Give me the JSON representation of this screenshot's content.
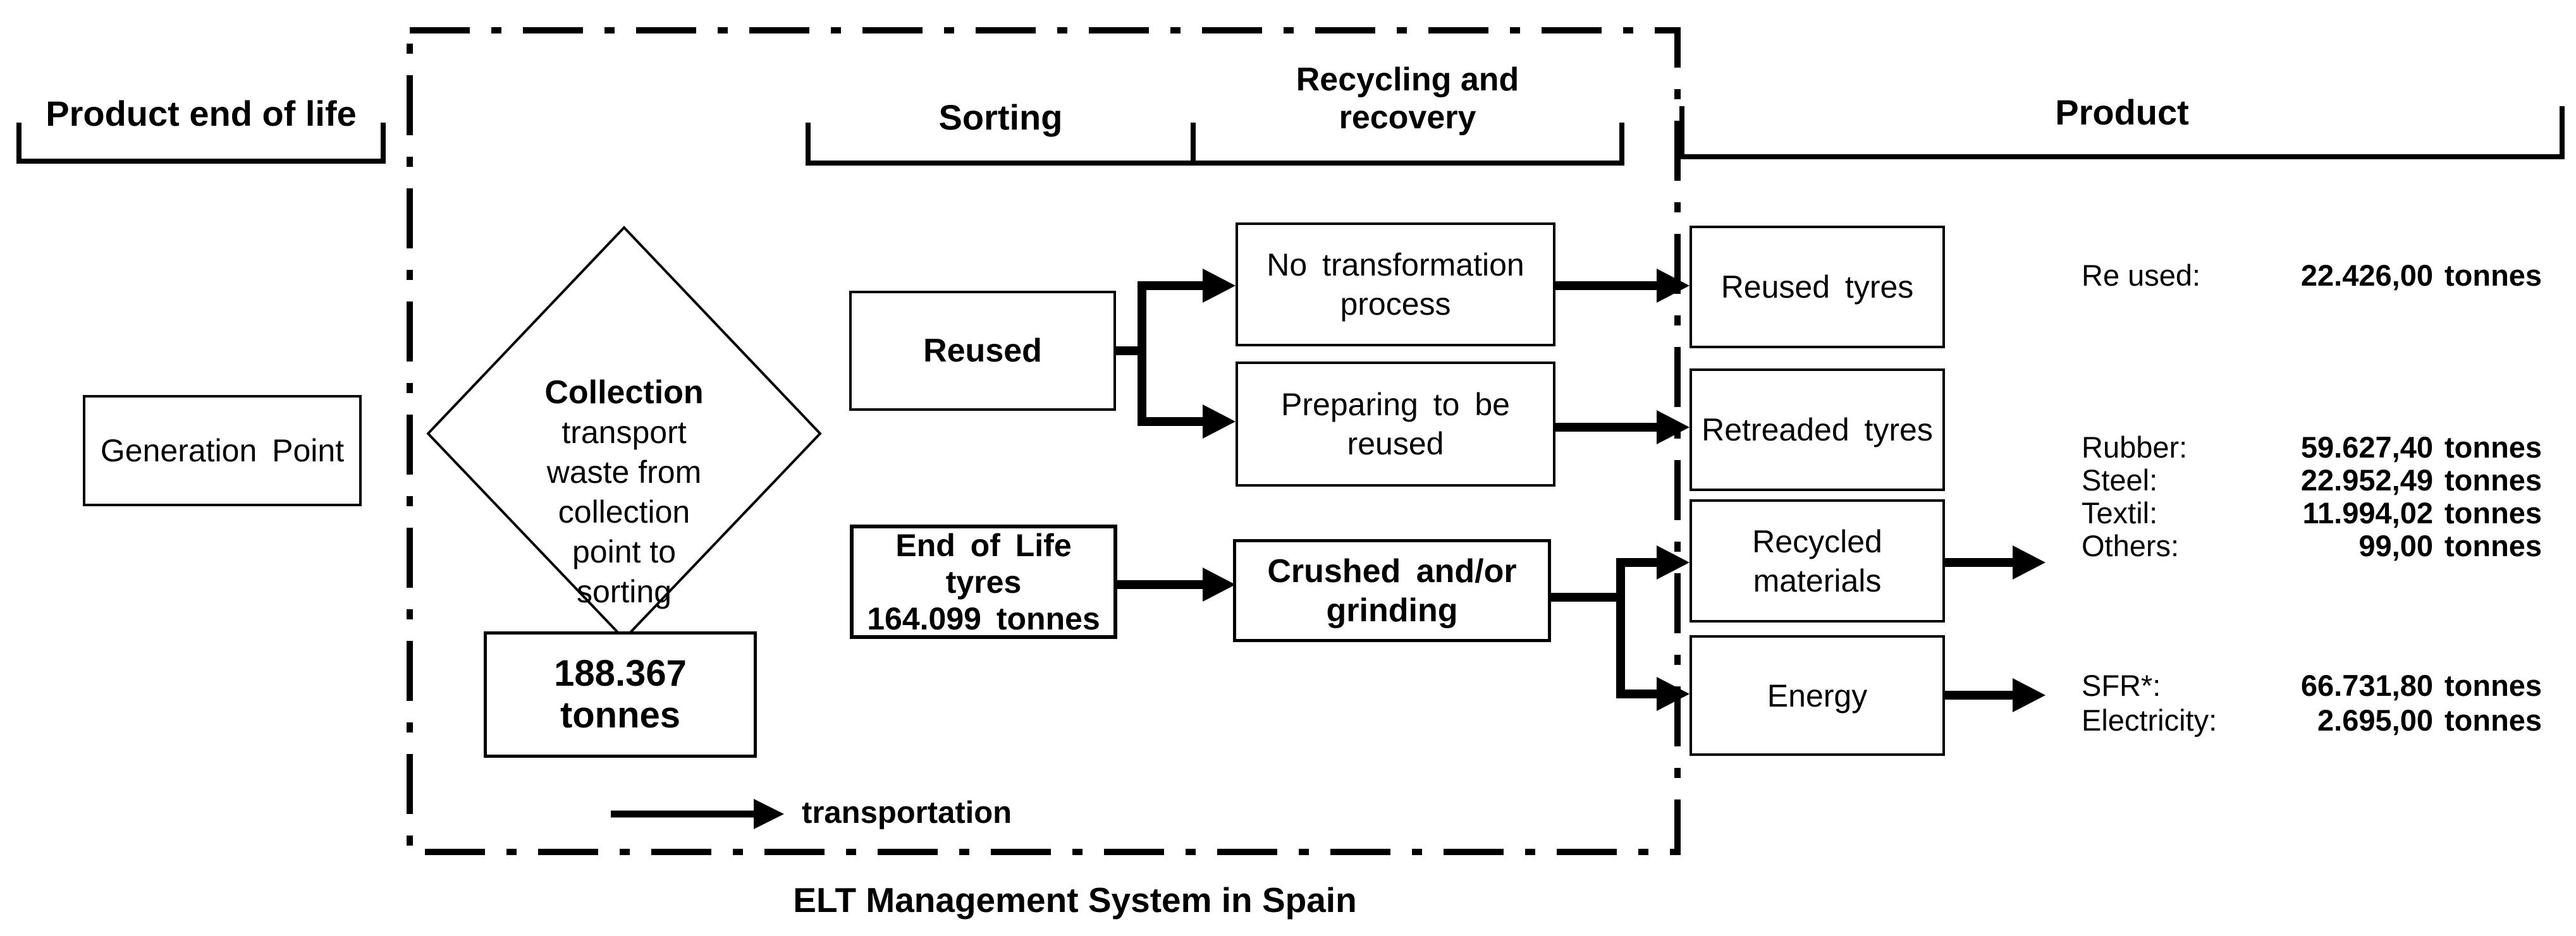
{
  "title": "ELT Management System in Spain",
  "colors": {
    "ink": "#000000",
    "background": "#ffffff"
  },
  "headers": {
    "product_end_of_life": "Product end of life",
    "sorting": "Sorting",
    "recycling_line1": "Recycling and",
    "recycling_line2": "recovery",
    "product": "Product"
  },
  "nodes": {
    "generation_point": "Generation Point",
    "collection": {
      "title": "Collection",
      "line1": "transport",
      "line2": "waste from",
      "line3": "collection",
      "line4": "point to",
      "line5": "sorting"
    },
    "collection_total": {
      "line1": "188.367",
      "line2": "tonnes"
    },
    "reused": "Reused",
    "no_transformation": {
      "line1": "No transformation",
      "line2": "process"
    },
    "preparing": {
      "line1": "Preparing to be",
      "line2": "reused"
    },
    "end_of_life": {
      "line1": "End of Life",
      "line2": "tyres",
      "line3": "164.099 tonnes"
    },
    "crushed": {
      "line1": "Crushed and/or",
      "line2": "grinding"
    },
    "reused_tyres": "Reused tyres",
    "retreaded_tyres": "Retreaded tyres",
    "recycled_materials": {
      "line1": "Recycled",
      "line2": "materials"
    },
    "energy": "Energy"
  },
  "outputs": {
    "re_used": {
      "label": "Re used:",
      "value": "22.426,00",
      "unit": "tonnes"
    },
    "rubber": {
      "label": "Rubber:",
      "value": "59.627,40",
      "unit": "tonnes"
    },
    "steel": {
      "label": "Steel:",
      "value": "22.952,49",
      "unit": "tonnes"
    },
    "textil": {
      "label": "Textil:",
      "value": "11.994,02",
      "unit": "tonnes"
    },
    "others": {
      "label": "Others:",
      "value": "99,00",
      "unit": "tonnes"
    },
    "sfr": {
      "label": "SFR*:",
      "value": "66.731,80",
      "unit": "tonnes"
    },
    "electricity": {
      "label": "Electricity:",
      "value": "2.695,00",
      "unit": "tonnes"
    }
  },
  "legend": {
    "transportation": "transportation"
  }
}
